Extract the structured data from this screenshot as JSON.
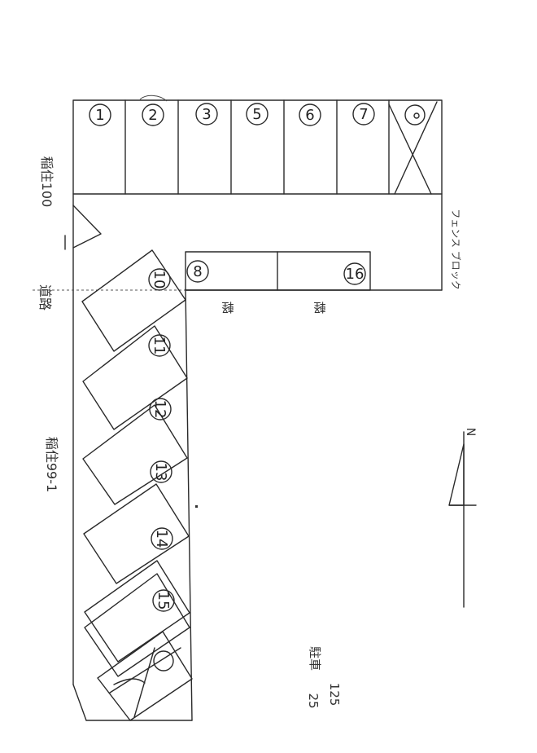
{
  "top_row_spaces": [
    "1",
    "2",
    "3",
    "5",
    "6",
    "7"
  ],
  "angled_spaces": [
    "10",
    "11",
    "12",
    "13",
    "14",
    "15"
  ],
  "middle_spaces": [
    "8",
    "16"
  ],
  "labels": {
    "neighbor_100": "稲住100",
    "neighbor_99_1": "稲住99-1",
    "road": "道路",
    "fence": "フェンス ブロック",
    "car_1": "軽",
    "car_2": "軽",
    "lot_code": "125",
    "lot_code_2": "25",
    "lot_chars": "駐車",
    "north": "N"
  }
}
